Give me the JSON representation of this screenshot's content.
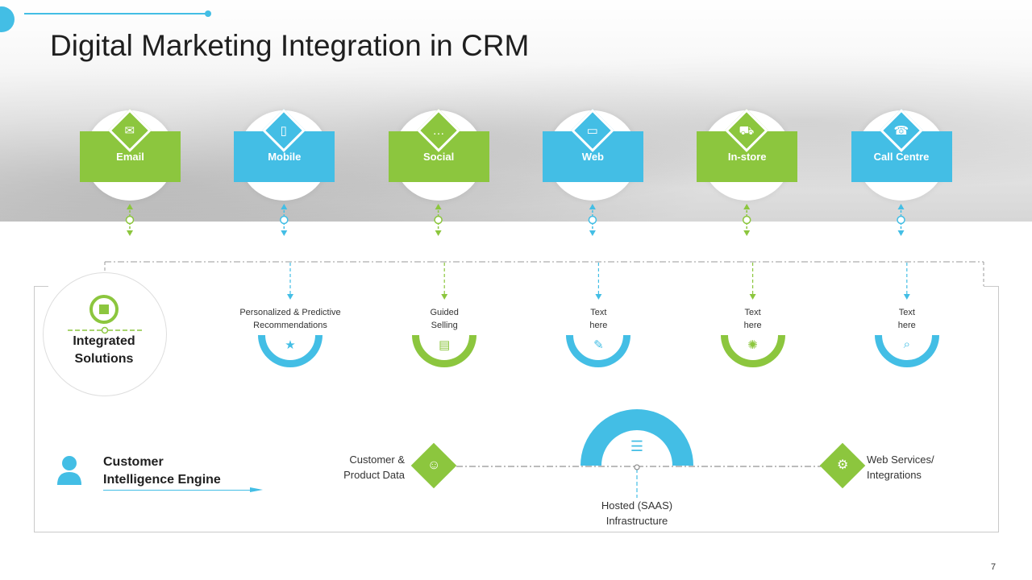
{
  "title": "Digital Marketing Integration in CRM",
  "channels": [
    {
      "label": "Email",
      "icon": "email-icon",
      "glyph": "✉",
      "color": "#8cc63e"
    },
    {
      "label": "Mobile",
      "icon": "mobile-icon",
      "glyph": "▯",
      "color": "#43bee5"
    },
    {
      "label": "Social",
      "icon": "chat-icon",
      "glyph": "…",
      "color": "#8cc63e"
    },
    {
      "label": "Web",
      "icon": "web-icon",
      "glyph": "▭",
      "color": "#43bee5"
    },
    {
      "label": "In-store",
      "icon": "cart-icon",
      "glyph": "⛟",
      "color": "#8cc63e"
    },
    {
      "label": "Call Centre",
      "icon": "call-center-icon",
      "glyph": "☎",
      "color": "#43bee5"
    }
  ],
  "integrated_solutions": {
    "label_line1": "Integrated",
    "label_line2": "Solutions",
    "icon": "puzzle-cycle-icon",
    "glyph": "✣"
  },
  "solutions": [
    {
      "line1": "Personalized & Predictive",
      "line2": "Recommendations",
      "icon": "hand-stars-icon",
      "glyph": "★",
      "color": "#43bee5"
    },
    {
      "line1": "Guided",
      "line2": "Selling",
      "icon": "notebook-icon",
      "glyph": "▤",
      "color": "#8cc63e"
    },
    {
      "line1": "Text",
      "line2": "here",
      "icon": "document-pen-icon",
      "glyph": "✎",
      "color": "#43bee5"
    },
    {
      "line1": "Text",
      "line2": "here",
      "icon": "network-icon",
      "glyph": "✺",
      "color": "#8cc63e"
    },
    {
      "line1": "Text",
      "line2": "here",
      "icon": "search-card-icon",
      "glyph": "⌕",
      "color": "#43bee5"
    }
  ],
  "engine": {
    "label_line1": "Customer",
    "label_line2": "Intelligence Engine",
    "icon": "person-icon"
  },
  "data_sources": {
    "left_line1": "Customer &",
    "left_line2": "Product Data",
    "left_icon": "user-computer-icon",
    "left_glyph": "☺",
    "right_line1": "Web Services/",
    "right_line2": "Integrations",
    "right_icon": "gears-icon",
    "right_glyph": "⚙",
    "hub_line1": "Hosted (SAAS)",
    "hub_line2": "Infrastructure",
    "hub_icon": "server-icon",
    "hub_glyph": "☰"
  },
  "colors": {
    "green": "#8cc63e",
    "blue": "#43bee5"
  },
  "page_number": "7"
}
